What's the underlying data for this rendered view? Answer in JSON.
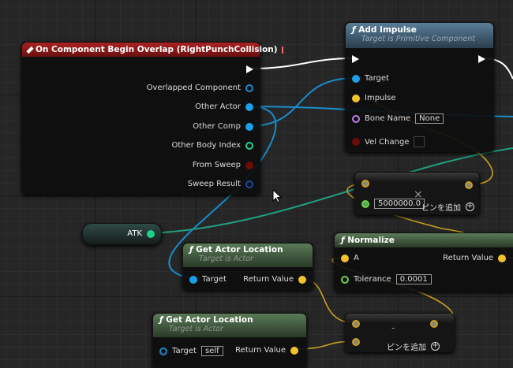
{
  "event_node": {
    "title": "On Component Begin Overlap (RightPunchCollision)",
    "pins": [
      "Overlapped Component",
      "Other Actor",
      "Other Comp",
      "Other Body Index",
      "From Sweep",
      "Sweep Result"
    ]
  },
  "add_impulse": {
    "title": "Add Impulse",
    "subtitle": "Target is Primitive Component",
    "pins": {
      "target": "Target",
      "impulse": "Impulse",
      "bone_name": "Bone Name",
      "bone_value": "None",
      "vel_change": "Vel Change"
    }
  },
  "multiply": {
    "symbol": "×",
    "value": "5000000.0",
    "add_pin": "ピンを追加"
  },
  "variable": {
    "label": "ATK"
  },
  "get_actor_location_1": {
    "title": "Get Actor Location",
    "subtitle": "Target is Actor",
    "target": "Target",
    "return": "Return Value"
  },
  "get_actor_location_2": {
    "title": "Get Actor Location",
    "subtitle": "Target is Actor",
    "target": "Target",
    "target_value": "self",
    "return": "Return Value"
  },
  "normalize": {
    "title": "Normalize",
    "a": "A",
    "tolerance": "Tolerance",
    "tolerance_value": "0.0001",
    "return": "Return Value"
  },
  "subtract": {
    "symbol": "-",
    "add_pin": "ピンを追加"
  },
  "colors": {
    "object": "#1aa0e8",
    "vector": "#f2c12e",
    "int": "#1fd08a",
    "float": "#6ad14a",
    "bool": "#8a1010",
    "name": "#c080f0",
    "event": "#8b1a1a",
    "pure": "#4a6a48",
    "function": "#4a6e88"
  }
}
